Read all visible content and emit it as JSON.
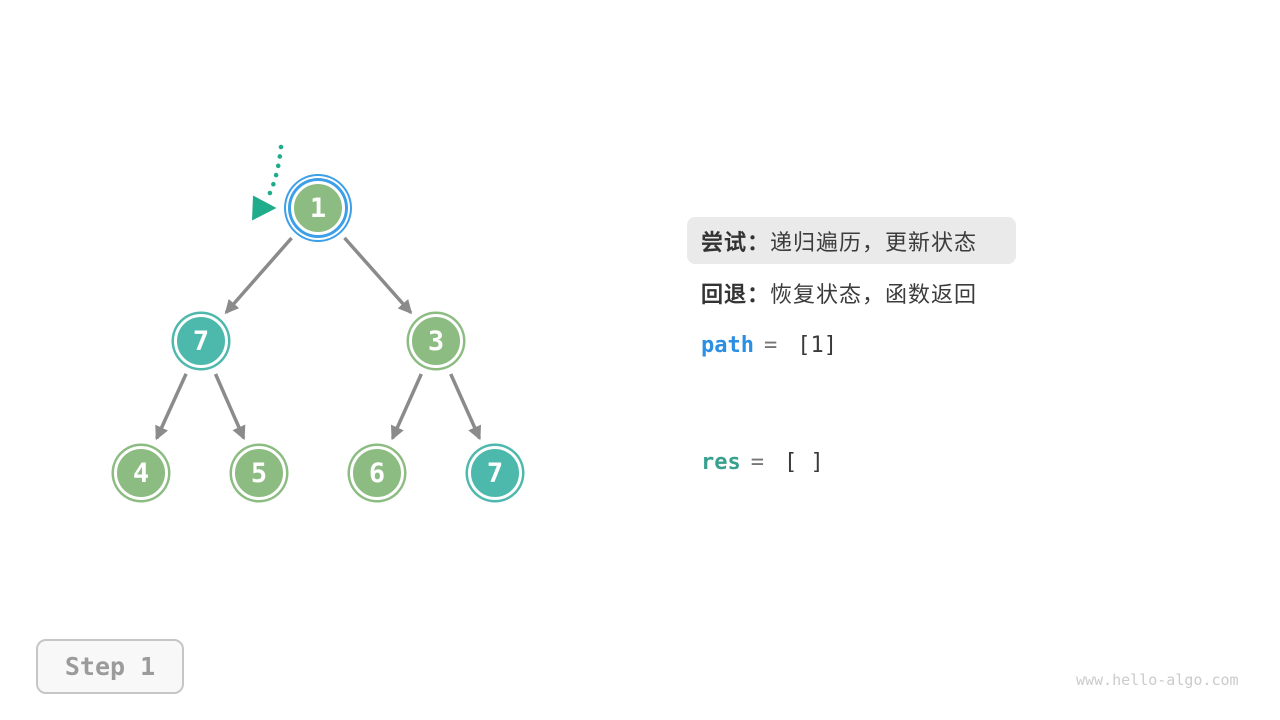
{
  "figure": {
    "title": "backtracking preorder traversal step",
    "watermark": "www.hello-algo.com"
  },
  "step_badge": {
    "label": "Step 1"
  },
  "tree": {
    "nodes": [
      {
        "id": "n1",
        "label": "1",
        "color": "green",
        "current": true
      },
      {
        "id": "n7",
        "label": "7",
        "color": "teal",
        "current": false
      },
      {
        "id": "n3",
        "label": "3",
        "color": "green",
        "current": false
      },
      {
        "id": "n4",
        "label": "4",
        "color": "green",
        "current": false
      },
      {
        "id": "n5",
        "label": "5",
        "color": "green",
        "current": false
      },
      {
        "id": "n6",
        "label": "6",
        "color": "green",
        "current": false
      },
      {
        "id": "n7b",
        "label": "7",
        "color": "teal",
        "current": false
      }
    ],
    "edges": [
      [
        "n1",
        "n7"
      ],
      [
        "n1",
        "n3"
      ],
      [
        "n7",
        "n4"
      ],
      [
        "n7",
        "n5"
      ],
      [
        "n3",
        "n6"
      ],
      [
        "n3",
        "n7b"
      ]
    ],
    "colors": {
      "node_green": "#8CBC82",
      "node_teal": "#4DB8AC",
      "current_ring_blue": "#3D9FE8",
      "edge_gray": "#8B8B8B",
      "pointer_teal": "#1FAC8C"
    }
  },
  "panel": {
    "try_line": {
      "label": "尝试：",
      "text": "递归遍历，更新状态",
      "highlight_bg": "#EAEAEA"
    },
    "back_line": {
      "label": "回退：",
      "text": "恢复状态，函数返回"
    },
    "path_line": {
      "name": "path",
      "equals": "=",
      "value": "[1]",
      "name_color": "#2B8FE3"
    },
    "res_line": {
      "name": "res",
      "equals": "=",
      "value": "[ ]",
      "name_color": "#37A08F"
    }
  }
}
